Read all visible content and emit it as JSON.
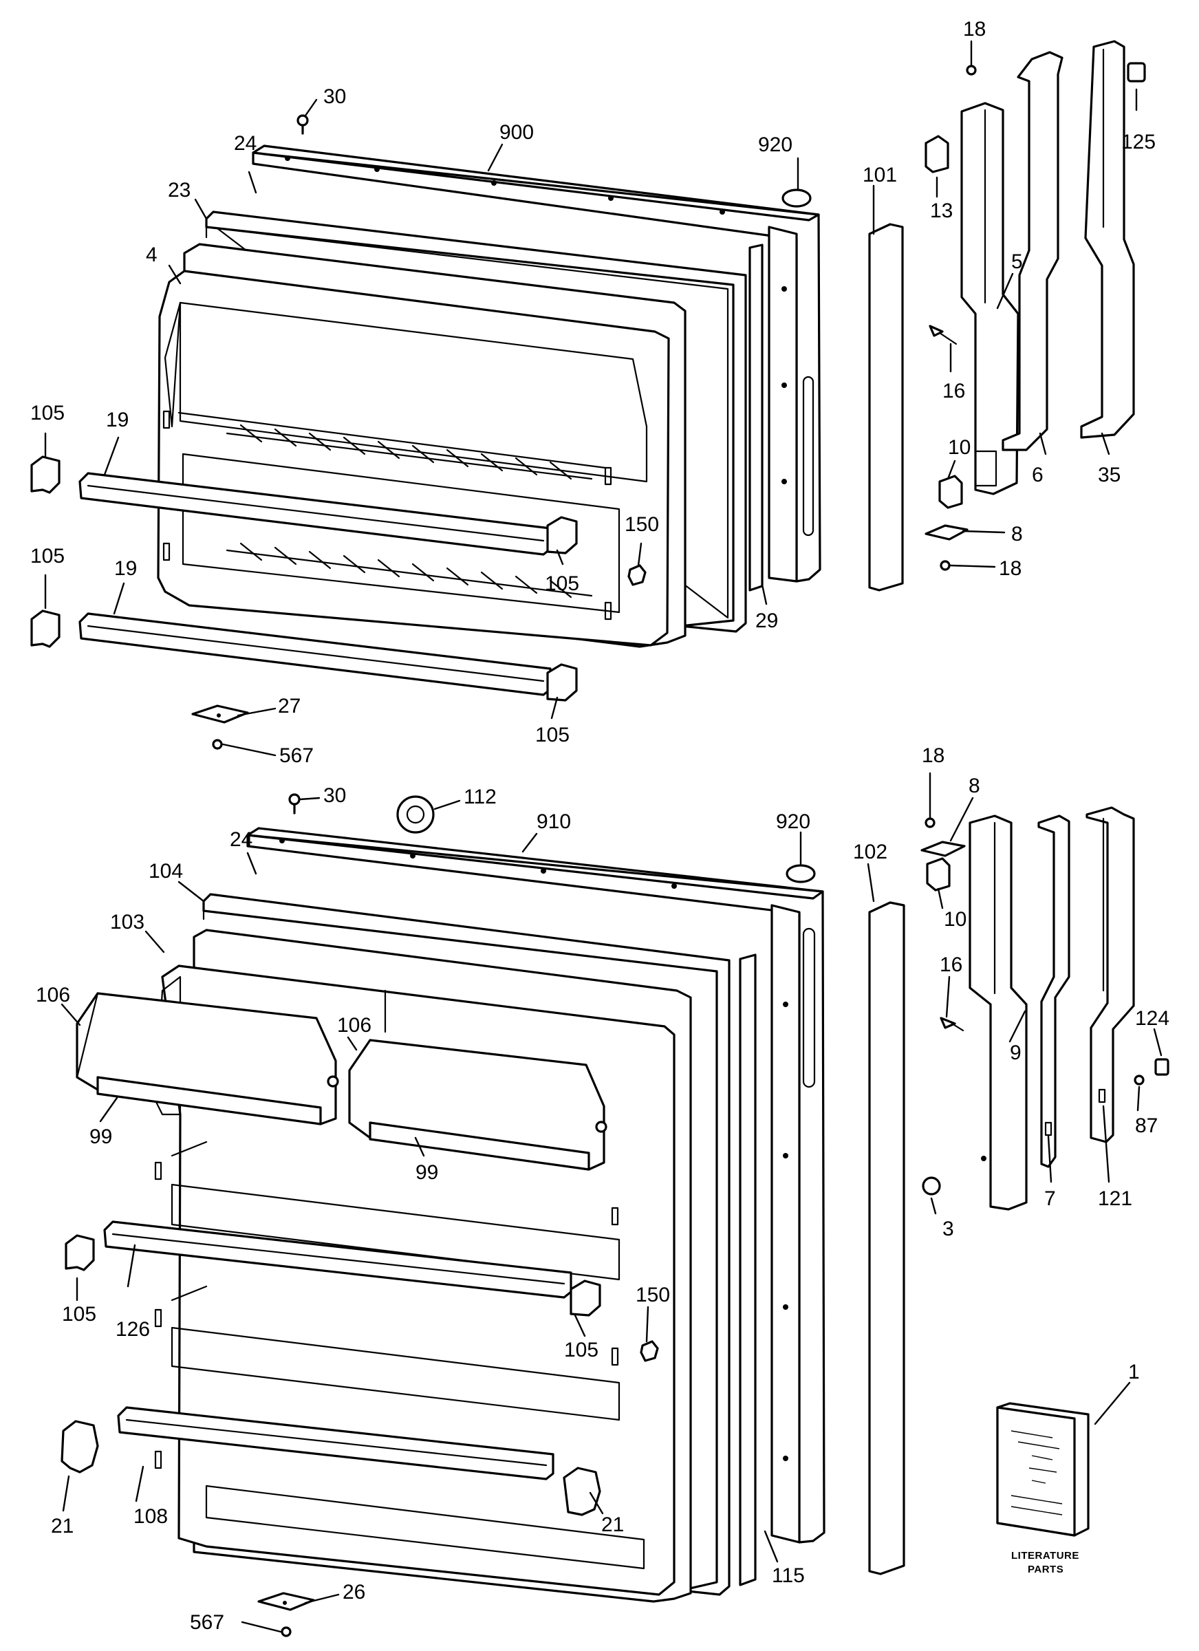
{
  "upper_assembly": {
    "callouts": {
      "p18a": "18",
      "p30": "30",
      "p900": "900",
      "p920": "920",
      "p24": "24",
      "p23": "23",
      "p4": "4",
      "p101": "101",
      "p13": "13",
      "p125": "125",
      "p5": "5",
      "p16": "16",
      "p10": "10",
      "p6": "6",
      "p35": "35",
      "p8": "8",
      "p18b": "18",
      "p105a": "105",
      "p19a": "19",
      "p105b": "105",
      "p150": "150",
      "p29": "29",
      "p105c": "105",
      "p19b": "19",
      "p105d": "105",
      "p27": "27",
      "p567": "567"
    }
  },
  "lower_assembly": {
    "callouts": {
      "p18": "18",
      "p8": "8",
      "p30": "30",
      "p112": "112",
      "p910": "910",
      "p920": "920",
      "p102": "102",
      "p24": "24",
      "p104": "104",
      "p10": "10",
      "p103": "103",
      "p16": "16",
      "p106a": "106",
      "p106b": "106",
      "p9": "9",
      "p124": "124",
      "p87": "87",
      "p99a": "99",
      "p99b": "99",
      "p7": "7",
      "p121": "121",
      "p3": "3",
      "p105a": "105",
      "p126": "126",
      "p150": "150",
      "p105b": "105",
      "p1": "1",
      "p21a": "21",
      "p108": "108",
      "p21b": "21",
      "p115": "115",
      "p26": "26",
      "p567": "567"
    }
  },
  "literature": {
    "caption_line1": "LITERATURE",
    "caption_line2": "PARTS"
  }
}
